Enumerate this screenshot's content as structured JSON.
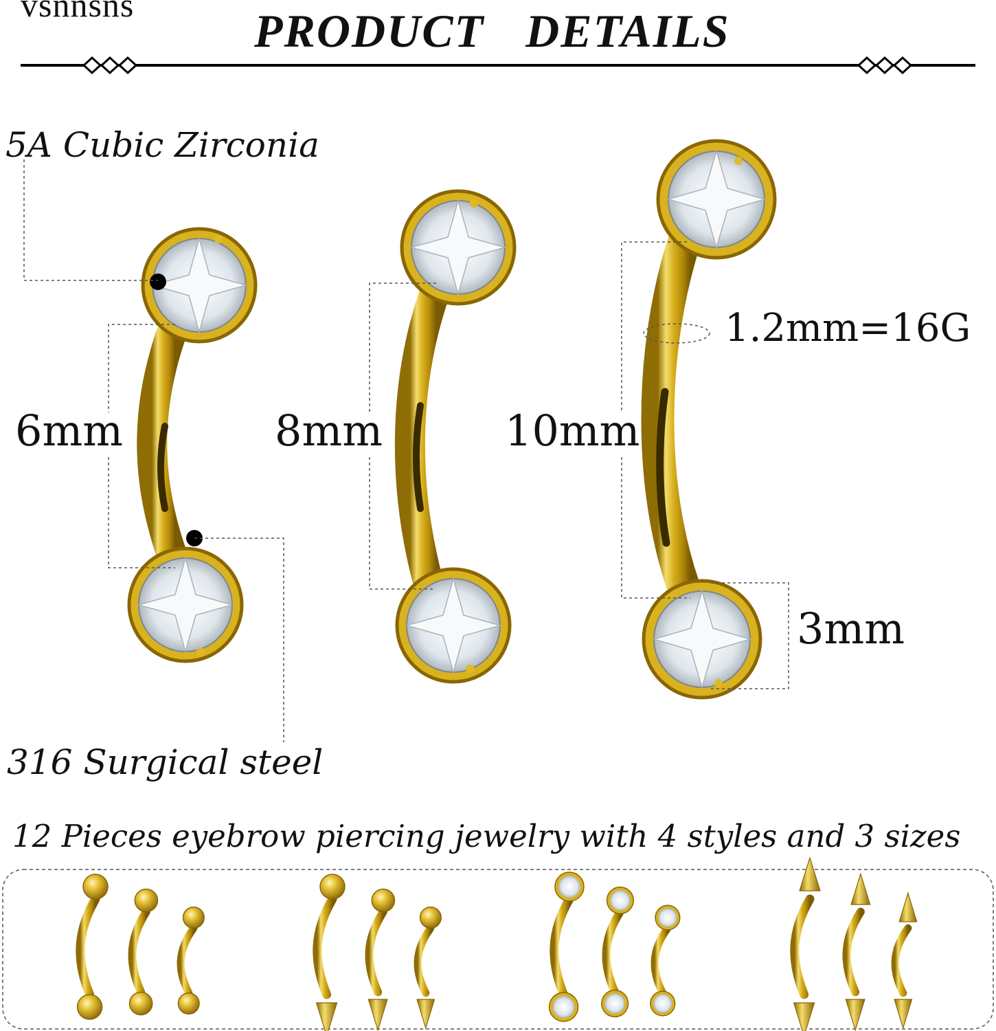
{
  "brand": "vsnnsns",
  "header": {
    "title_word1": "PRODUCT",
    "title_word2": "DETAILS"
  },
  "labels": {
    "material_stone": "5A Cubic Zirconia",
    "material_metal": "316 Surgical steel",
    "size_small": "6mm",
    "size_medium": "8mm",
    "size_large": "10mm",
    "gauge": "1.2mm=16G",
    "stone_size": "3mm"
  },
  "caption": "12 Pieces eyebrow piercing jewelry with 4 styles and 3 sizes",
  "styles": [
    {
      "name": "ball-ball",
      "top": "ball",
      "bottom": "ball"
    },
    {
      "name": "ball-spike",
      "top": "ball",
      "bottom": "spike"
    },
    {
      "name": "gem-gem",
      "top": "gem",
      "bottom": "gem"
    },
    {
      "name": "spike-spike",
      "top": "spike",
      "bottom": "spike"
    }
  ],
  "colors": {
    "gold": "#d9b21f",
    "gold_dark": "#9c7a08",
    "gold_light": "#f6e27a",
    "gem": "#e9eef2",
    "line": "#000000"
  }
}
